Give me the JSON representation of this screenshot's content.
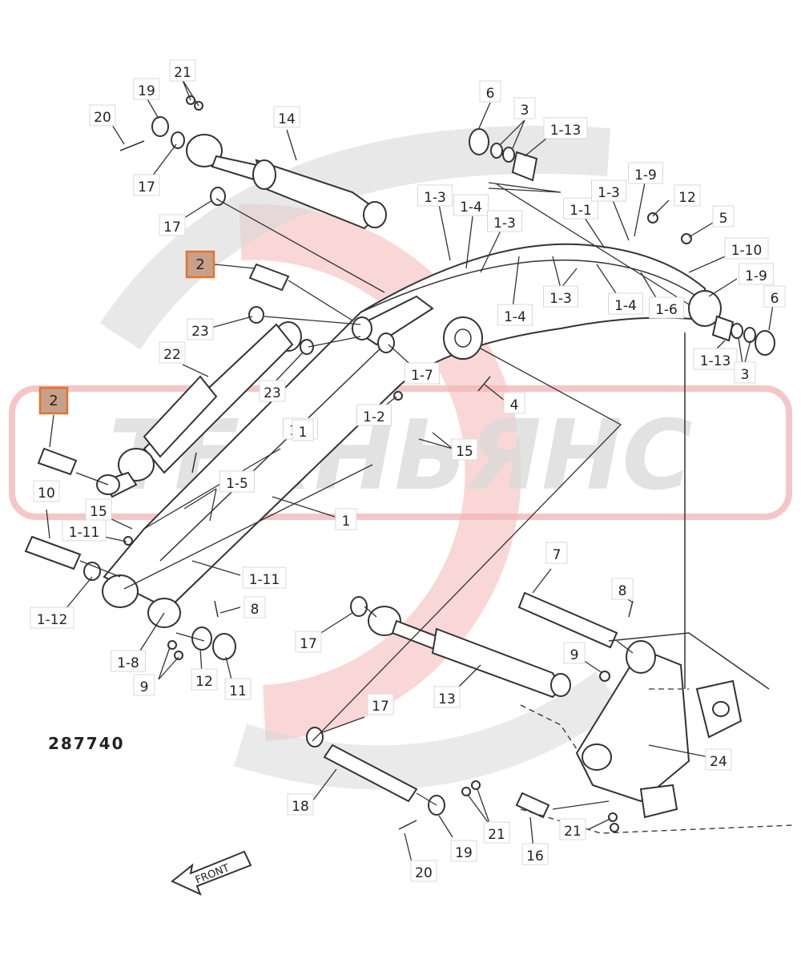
{
  "drawing_number": "287740",
  "front_label": "FRONT",
  "watermark": {
    "text": "ТЕХНЬЯНС",
    "color_gray": "#d9d9d9",
    "color_red": "#f2b8b8",
    "ring_color": "#f7c9c9"
  },
  "highlight_color": "#e0742a",
  "highlighted_labels": [
    "2",
    "2"
  ],
  "callouts": [
    "21",
    "19",
    "20",
    "17",
    "14",
    "17",
    "2",
    "23",
    "22",
    "23",
    "2",
    "10",
    "1-11",
    "15",
    "1-12",
    "1-5",
    "1-5",
    "1-11",
    "8",
    "1-8",
    "9",
    "1",
    "12",
    "11",
    "6",
    "3",
    "1-13",
    "1-3",
    "1-4",
    "1-3",
    "1-1",
    "1-3",
    "1-9",
    "12",
    "5",
    "1-10",
    "1-9",
    "6",
    "1-4",
    "1-3",
    "1-4",
    "1-6",
    "1-13",
    "3",
    "1-7",
    "4",
    "1-2",
    "15",
    "1",
    "7",
    "8",
    "9",
    "17",
    "13",
    "17",
    "18",
    "19",
    "20",
    "21",
    "16",
    "21",
    "24"
  ]
}
